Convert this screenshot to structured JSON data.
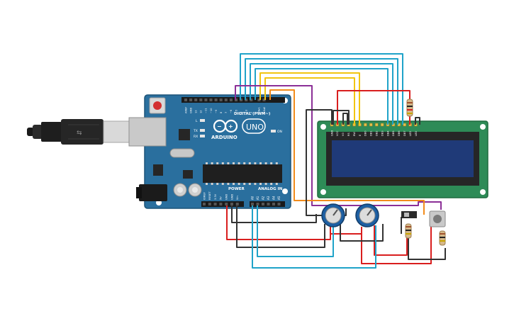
{
  "board": {
    "brand": "ARDUINO",
    "model": "UNO",
    "digital_label": "DIGITAL (PWM~)",
    "power_label": "POWER",
    "analog_label": "ANALOG IN",
    "led_on": "ON",
    "led_tx": "TX",
    "led_rx": "RX",
    "led_l": "L",
    "top_pins": [
      "AREF",
      "GND",
      "13",
      "12",
      "~11",
      "~10",
      "~9",
      "8",
      "7",
      "~6",
      "~5",
      "4",
      "~3",
      "2",
      "TX▸1",
      "RX◂0"
    ],
    "power_pins": [
      "IOREF",
      "RESET",
      "3.3V",
      "5V",
      "GND",
      "GND",
      "Vin"
    ],
    "analog_pins": [
      "A0",
      "A1",
      "A2",
      "A3",
      "A4",
      "A5"
    ]
  },
  "lcd": {
    "pins": [
      "GND",
      "VCC",
      "V0",
      "RS",
      "RW",
      "E",
      "DB0",
      "DB1",
      "DB2",
      "DB3",
      "DB4",
      "DB5",
      "DB6",
      "DB7",
      "LED",
      "LED"
    ]
  },
  "colors": {
    "board": "#2a6f9e",
    "lcd_pcb": "#2e8b57",
    "lcd_screen": "#1f3a78",
    "wire_cyan": "#1fa3c9",
    "wire_yellow": "#f2c511",
    "wire_red": "#d91e1e",
    "wire_black": "#333333",
    "wire_orange": "#f28c1c",
    "wire_purple": "#8b2f97",
    "pot_blue": "#1d5fa3"
  }
}
